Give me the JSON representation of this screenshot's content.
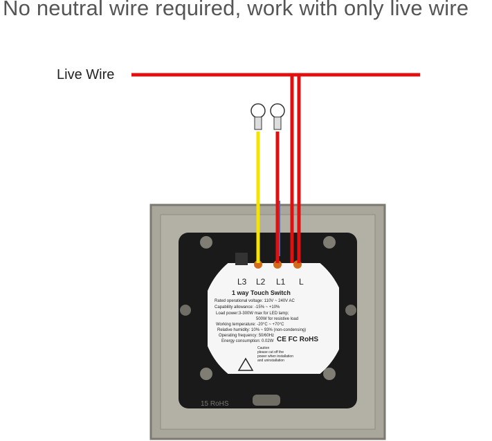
{
  "title": "No neutral wire required, work with only live wire",
  "live_wire_label": "Live Wire",
  "terminals": [
    "L3",
    "L2",
    "L1",
    "L"
  ],
  "label": {
    "heading": "1 way Touch Switch",
    "specs": [
      "Rated operational voltage: 110V ~ 240V AC",
      "Capability allowance: -15% ~ +10%",
      "Load power:3-300W max for LED lamp;",
      "500W for resistive load",
      "Working temperature: -20°C ~ +70°C",
      "Relative humidity: 10% ~ 93% (non-condensing)",
      "Operating frequency: 50/60Hz",
      "Energy consumption: 0.02W"
    ],
    "certs": "CE FC RoHS",
    "caution": [
      "Caution",
      "please cut off the",
      "power when installation",
      "and uninstallation"
    ]
  },
  "plate_marking": "15 RoHS",
  "colors": {
    "live": "#e01010",
    "load_yellow": "#f5e400",
    "plate": "#a9a79c",
    "module": "#1a1a1a"
  }
}
